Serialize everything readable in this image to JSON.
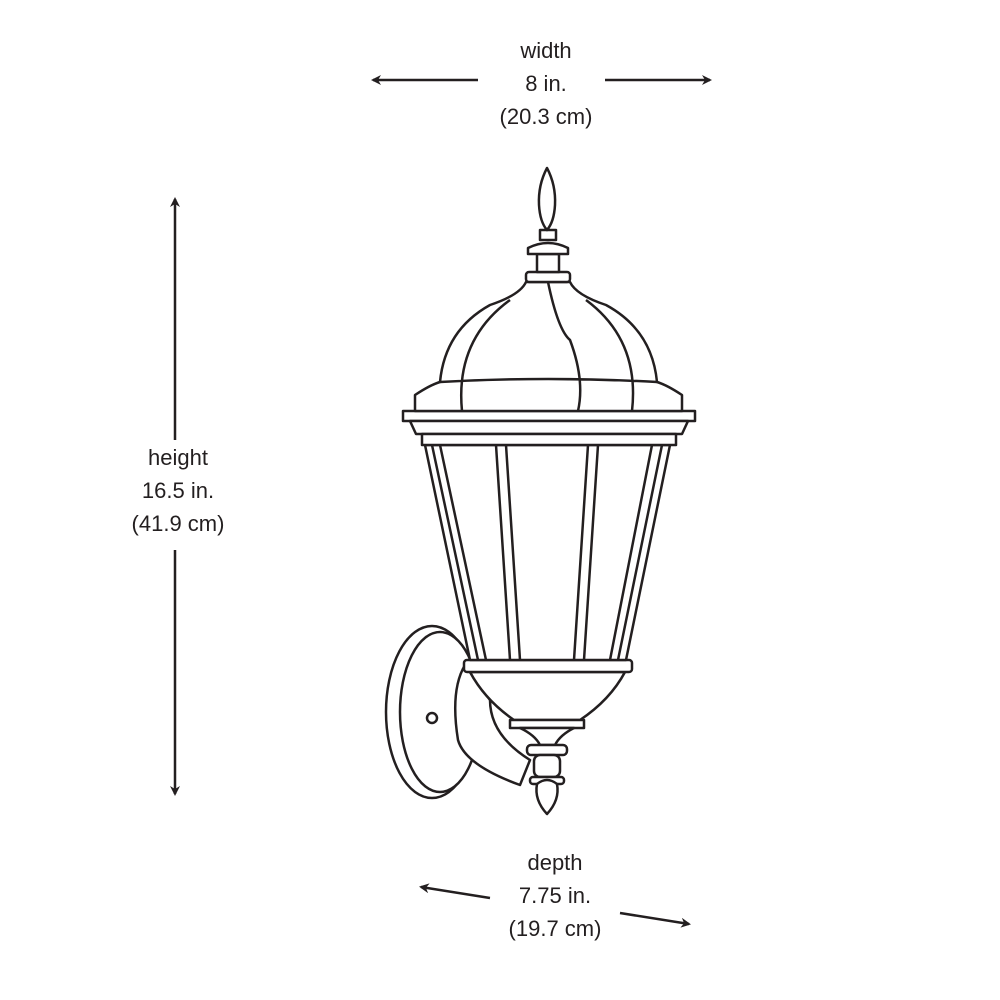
{
  "dimensions": {
    "width": {
      "label": "width",
      "imperial": "8 in.",
      "metric": "(20.3 cm)"
    },
    "height": {
      "label": "height",
      "imperial": "16.5 in.",
      "metric": "(41.9 cm)"
    },
    "depth": {
      "label": "depth",
      "imperial": "7.75 in.",
      "metric": "(19.7 cm)"
    }
  },
  "colors": {
    "line": "#231f20",
    "background": "#ffffff"
  }
}
